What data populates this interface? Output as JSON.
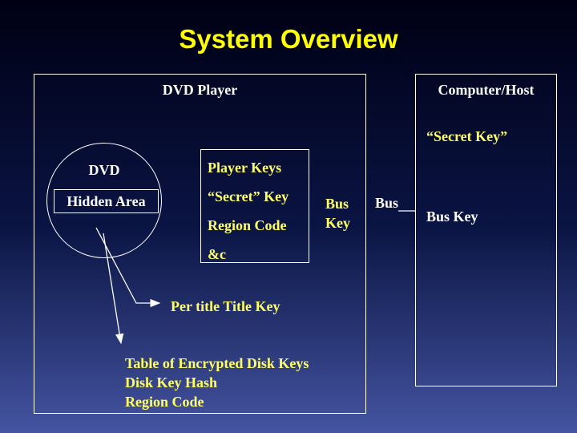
{
  "colors": {
    "background_top": "#000014",
    "background_bottom": "#4454a0",
    "title_text": "#ffff00",
    "key_text": "#ffff66",
    "body_text": "#ffffff",
    "line": "#ffffff"
  },
  "title": "System Overview",
  "dvd_player": {
    "label": "DVD Player",
    "dvd": {
      "label": "DVD",
      "hidden_area_label": "Hidden Area"
    },
    "player_keys": {
      "title": "Player Keys",
      "items": [
        "“Secret” Key",
        "Region Code",
        "&c"
      ]
    },
    "bus_key": {
      "line1": "Bus",
      "line2": "Key"
    },
    "per_title_key": "Per title Title Key",
    "disk_info": [
      "Table of Encrypted Disk Keys",
      "Disk Key Hash",
      "Region Code"
    ]
  },
  "bus_label": "Bus",
  "computer_host": {
    "label": "Computer/Host",
    "secret_key": "“Secret Key”",
    "bus_key": "Bus Key"
  }
}
